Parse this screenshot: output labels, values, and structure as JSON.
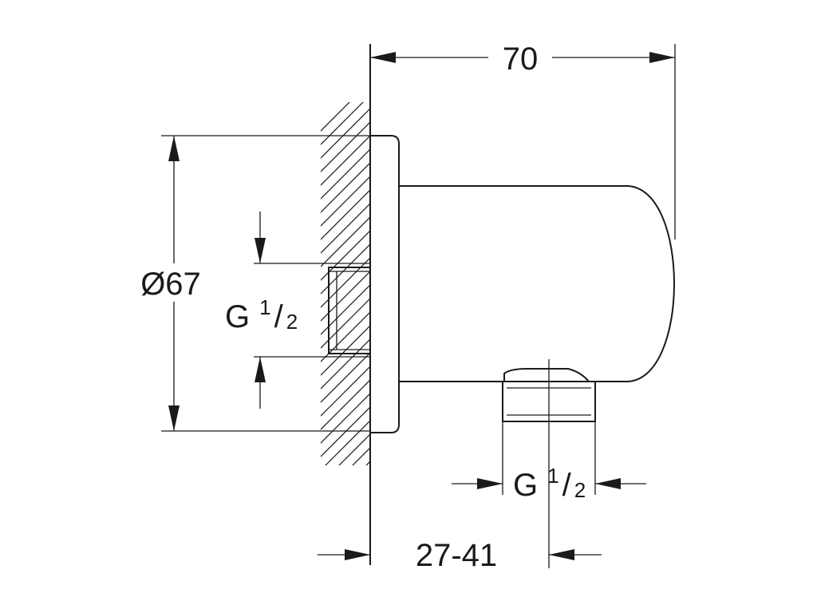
{
  "dimensions": {
    "overall_length": "70",
    "flange_diameter": "Ø67",
    "wall_offset": "27-41",
    "inlet_thread": {
      "letter": "G",
      "numerator": "1",
      "separator": "/",
      "denominator": "2"
    },
    "outlet_thread": {
      "letter": "G",
      "numerator": "1",
      "separator": "/",
      "denominator": "2"
    }
  },
  "colors": {
    "line": "#1a1a1a",
    "background": "#ffffff"
  }
}
